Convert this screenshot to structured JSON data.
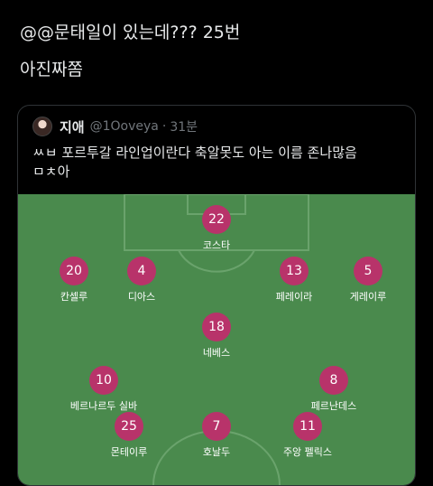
{
  "tweet": {
    "text": "@@문태일이 있는데??? 25번\n아진짜쫌"
  },
  "quote": {
    "name": "지애",
    "handle": "@1Ooveya",
    "separator": "·",
    "time": "31분",
    "text": "ㅆㅂ 포르투갈 라인업이란다 축알못도 아는 이름 존나많음\nㅁㅊ아"
  },
  "colors": {
    "pitch": "#4a8a4d",
    "jersey": "#b8336a",
    "lines": "#6aa36c"
  },
  "lineup": [
    {
      "number": "22",
      "name": "코스타"
    },
    {
      "number": "20",
      "name": "칸셀루"
    },
    {
      "number": "4",
      "name": "디아스"
    },
    {
      "number": "13",
      "name": "페레이라"
    },
    {
      "number": "5",
      "name": "게레이루"
    },
    {
      "number": "18",
      "name": "네베스"
    },
    {
      "number": "10",
      "name": "베르나르두 실바"
    },
    {
      "number": "8",
      "name": "페르난데스"
    },
    {
      "number": "25",
      "name": "몬테이루"
    },
    {
      "number": "7",
      "name": "호날두"
    },
    {
      "number": "11",
      "name": "주앙 펠릭스"
    }
  ]
}
